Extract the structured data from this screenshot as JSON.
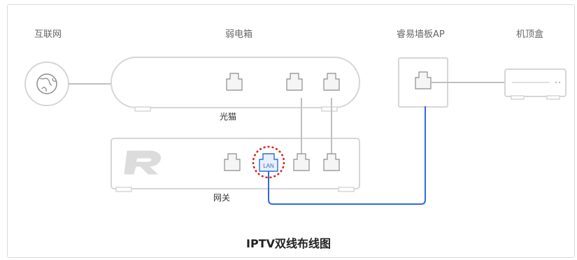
{
  "headers": {
    "internet": "互联网",
    "weak_box": "弱电箱",
    "wall_ap": "睿易墙板AP",
    "settop": "机顶盒"
  },
  "devices": {
    "modem": "光猫",
    "gateway": "网关",
    "lan_port": "LAN"
  },
  "caption": "IPTV双线布线图",
  "colors": {
    "device_stroke": "#d6d6d6",
    "device_fill": "#ffffff",
    "port_fill": "#f5f5f5",
    "port_stroke": "#8c8c8c",
    "cable_gray": "#bfbfbf",
    "cable_blue": "#2f6bdc",
    "lan_highlight": "#d4281b",
    "lan_fill": "#e8f0ff"
  },
  "icons": {
    "internet": "globe-icon",
    "gateway_logo": "r-logo-icon"
  }
}
